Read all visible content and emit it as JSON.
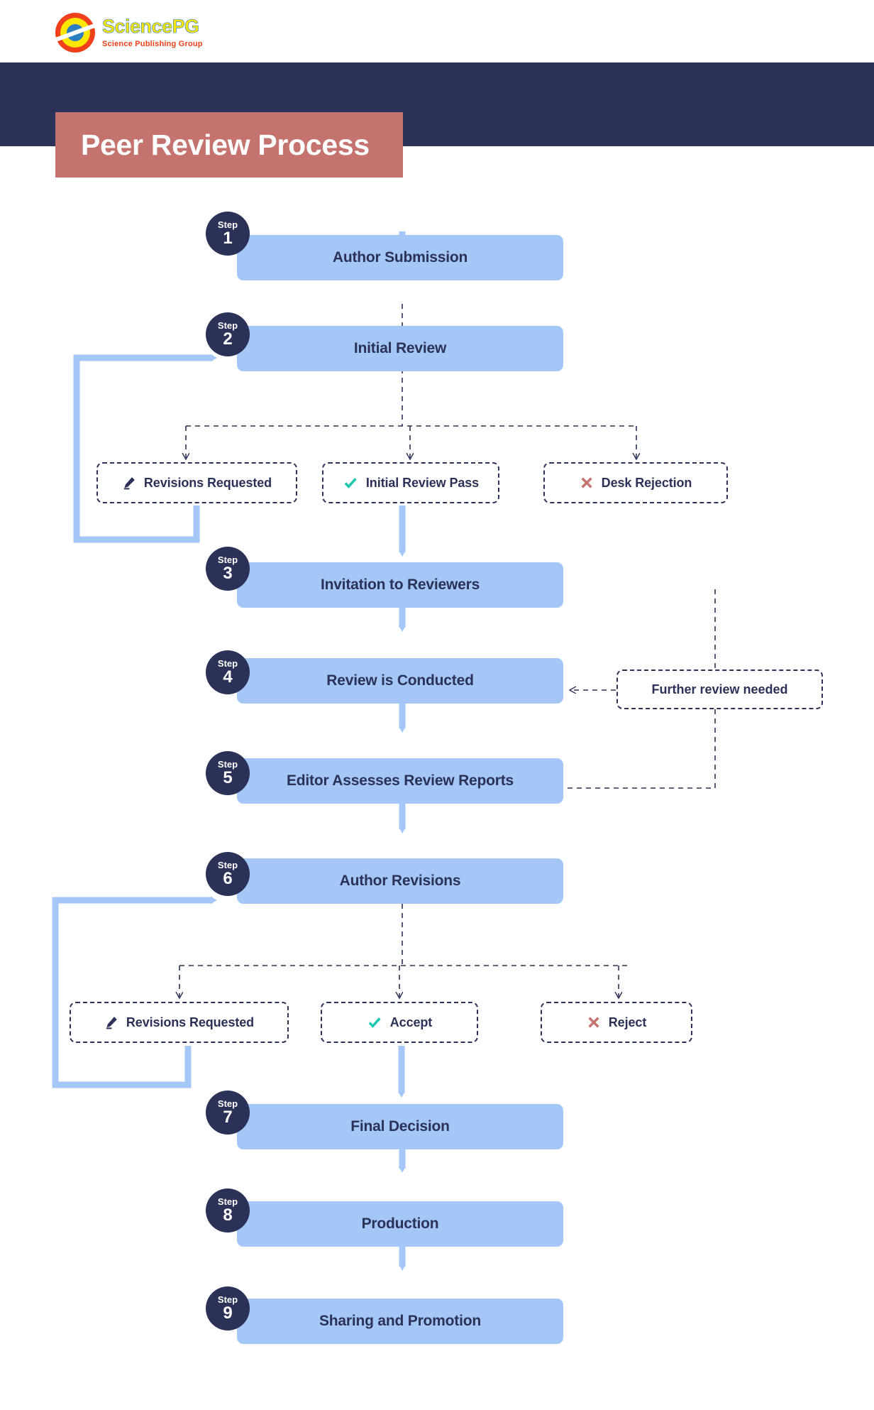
{
  "logo": {
    "name": "SciencePG",
    "tagline": "Science Publishing Group",
    "icon": "sciencepg-logo-icon"
  },
  "header": {
    "title": "Peer Review Process",
    "band_color": "#2b3157",
    "chip_color": "#c4736f"
  },
  "colors": {
    "navy": "#2b3157",
    "step_blue": "#a5c7f7",
    "arrow_blue": "#a5c7f7",
    "accept_green": "#1ec8ae",
    "reject_red": "#c4736f"
  },
  "flow": {
    "step_label": "Step",
    "steps": [
      {
        "num": "1",
        "label": "Author Submission"
      },
      {
        "num": "2",
        "label": "Initial Review"
      },
      {
        "num": "3",
        "label": "Invitation to Reviewers"
      },
      {
        "num": "4",
        "label": "Review is Conducted"
      },
      {
        "num": "5",
        "label": "Editor Assesses Review Reports"
      },
      {
        "num": "6",
        "label": "Author Revisions"
      },
      {
        "num": "7",
        "label": "Final Decision"
      },
      {
        "num": "8",
        "label": "Production"
      },
      {
        "num": "9",
        "label": "Sharing and Promotion"
      }
    ],
    "decisions_round1": [
      {
        "label": "Revisions Requested",
        "icon": "pencil-icon"
      },
      {
        "label": "Initial Review Pass",
        "icon": "check-icon"
      },
      {
        "label": "Desk Rejection",
        "icon": "cross-icon"
      }
    ],
    "decisions_round2": [
      {
        "label": "Revisions Requested",
        "icon": "pencil-icon"
      },
      {
        "label": "Accept",
        "icon": "check-icon"
      },
      {
        "label": "Reject",
        "icon": "cross-icon"
      }
    ],
    "notes": [
      {
        "label": "Further review needed"
      }
    ]
  }
}
